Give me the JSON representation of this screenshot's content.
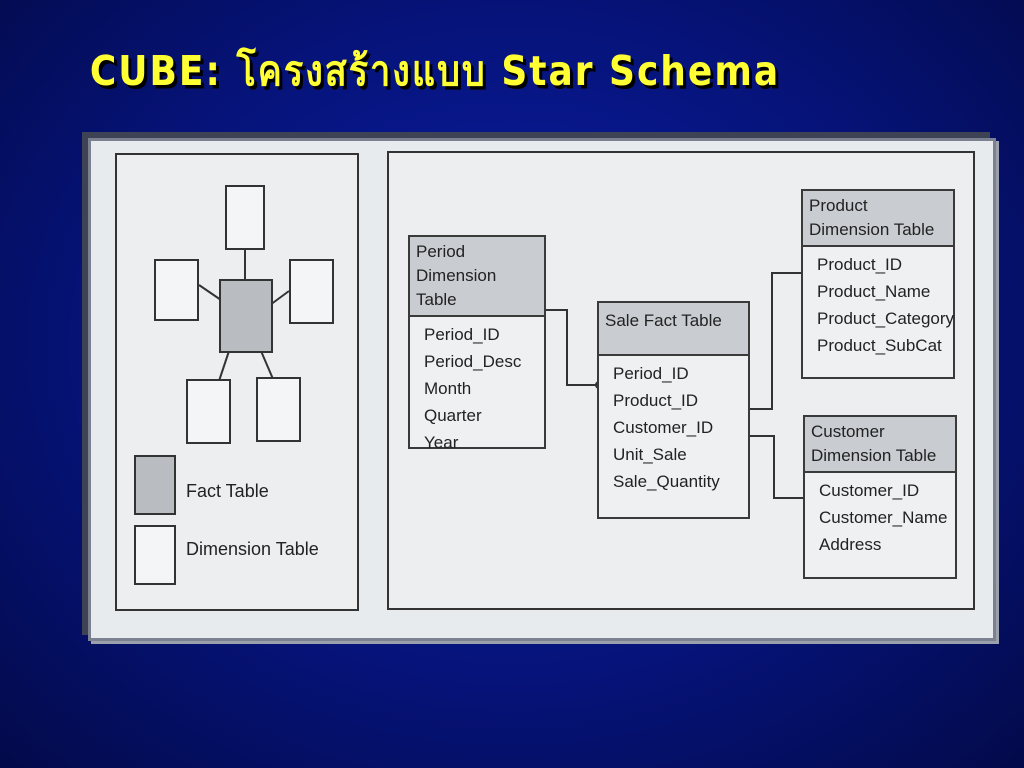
{
  "title": "CUBE: โครงสร้างแบบ Star Schema",
  "legend": {
    "fact_label": "Fact Table",
    "dimension_label": "Dimension Table"
  },
  "tables": {
    "period": {
      "header": [
        "Period",
        "Dimension Table"
      ],
      "fields": [
        "Period_ID",
        "Period_Desc",
        "Month",
        "Quarter",
        "Year"
      ]
    },
    "sale_fact": {
      "header": [
        "Sale Fact Table"
      ],
      "fields": [
        "Period_ID",
        "Product_ID",
        "Customer_ID",
        "Unit_Sale",
        "Sale_Quantity"
      ]
    },
    "product": {
      "header": [
        "Product",
        "Dimension Table"
      ],
      "fields": [
        "Product_ID",
        "Product_Name",
        "Product_Category",
        "Product_SubCat"
      ]
    },
    "customer": {
      "header": [
        "Customer",
        "Dimension Table"
      ],
      "fields": [
        "Customer_ID",
        "Customer_Name",
        "Address"
      ]
    }
  }
}
